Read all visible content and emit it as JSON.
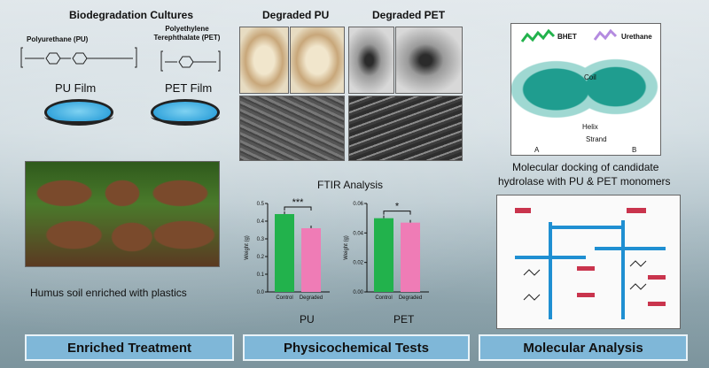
{
  "left": {
    "title": "Biodegradation Cultures",
    "pu_name": "Polyurethane (PU)",
    "pet_name": "Polyethylene Terephthalate (PET)",
    "pu_film": "PU Film",
    "pet_film": "PET Film",
    "photo_caption": "Humus soil enriched with plastics"
  },
  "middle": {
    "degraded_pu": "Degraded PU",
    "degraded_pet": "Degraded PET",
    "ftir": "FTIR Analysis",
    "pu_label": "PU",
    "pet_label": "PET"
  },
  "right": {
    "bhet": "BHET",
    "urethane": "Urethane",
    "coil": "Coil",
    "helix": "Helix",
    "strand": "Strand",
    "panel_a": "A",
    "panel_b": "B",
    "caption_line1": "Molecular docking of candidate",
    "caption_line2": "hydrolase with PU & PET monomers"
  },
  "banners": {
    "enriched": "Enriched Treatment",
    "physico": "Physicochemical Tests",
    "molecular": "Molecular Analysis"
  },
  "colors": {
    "control": "#22b24c",
    "degraded": "#ef7cb6",
    "banner": "#7fb7d8"
  },
  "chart_data": [
    {
      "type": "bar",
      "categories": [
        "Control",
        "Degraded"
      ],
      "values": [
        0.44,
        0.36
      ],
      "xlabel": "PU",
      "ylabel": "Weight (g)",
      "ylim": [
        0,
        0.5
      ],
      "yticks": [
        "0.0",
        "0.1",
        "0.2",
        "0.3",
        "0.4",
        "0.5"
      ],
      "significance": "***"
    },
    {
      "type": "bar",
      "categories": [
        "Control",
        "Degraded"
      ],
      "values": [
        0.05,
        0.047
      ],
      "xlabel": "PET",
      "ylabel": "Weight (g)",
      "ylim": [
        0,
        0.06
      ],
      "yticks": [
        "0.00",
        "0.02",
        "0.04",
        "0.06"
      ],
      "significance": "*"
    }
  ]
}
